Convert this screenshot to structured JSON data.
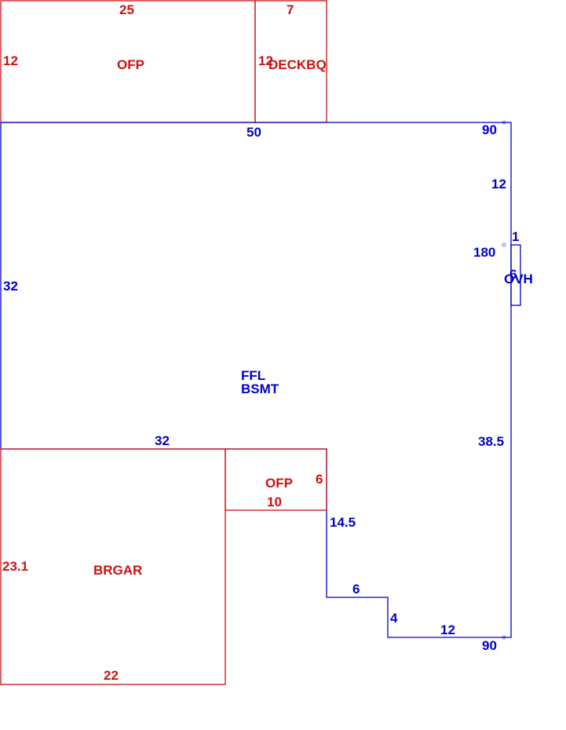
{
  "colors": {
    "main": "#0000cc",
    "annex": "#cc1111"
  },
  "areas": {
    "ofp_top": {
      "label": "OFP",
      "dims": {
        "top": "25",
        "left": "12"
      }
    },
    "deck": {
      "label": "DECKBQ",
      "dims": {
        "top": "7",
        "left": "12"
      }
    },
    "main": {
      "label_line1": "FFL",
      "label_line2": "BSMT",
      "dims": {
        "top": "50",
        "right_upper": "12",
        "right_lower": "38.5",
        "left": "32",
        "bottom_left": "32",
        "notch_down": "14.5",
        "step_right": "6",
        "step_down": "4",
        "bottom_right": "12"
      },
      "angles": {
        "top_right": "90",
        "mid_right": "180",
        "bottom_right": "90"
      }
    },
    "ovh": {
      "label": "OVH",
      "dims": {
        "width": "1",
        "length": "6"
      }
    },
    "ofp_mid": {
      "label": "OFP",
      "dims": {
        "right": "6",
        "bottom": "10"
      }
    },
    "garage": {
      "label": "BRGAR",
      "dims": {
        "left": "23.1",
        "bottom": "22"
      }
    }
  }
}
